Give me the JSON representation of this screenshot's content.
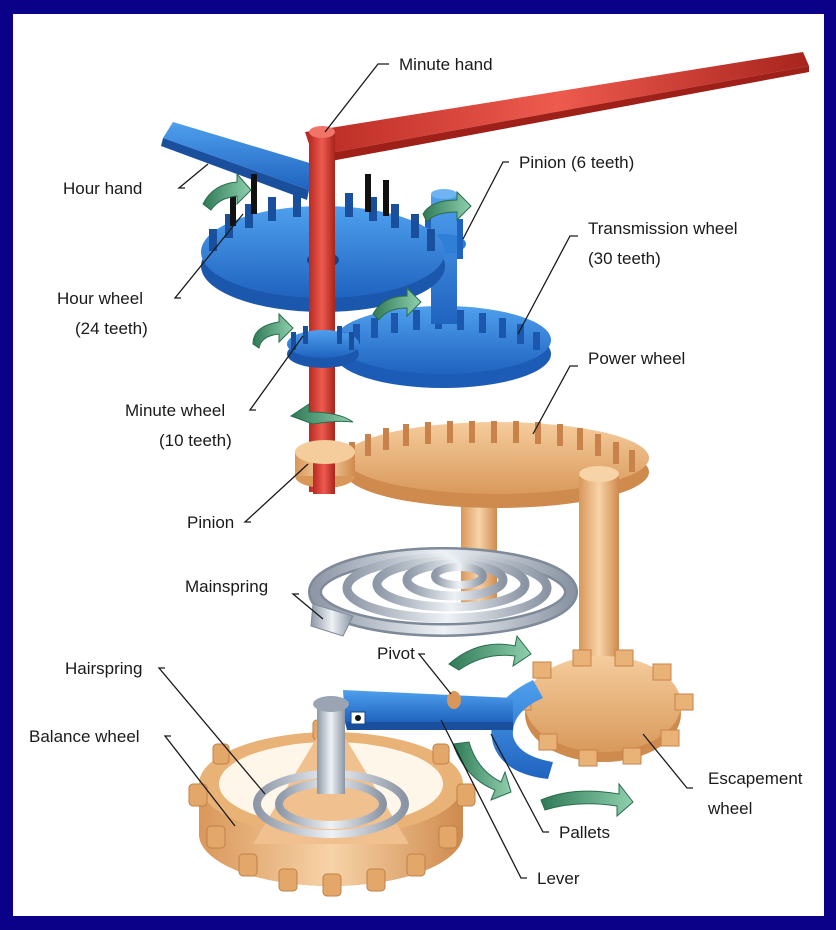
{
  "labels": {
    "minute_hand": "Minute hand",
    "pinion_6": "Pinion (6 teeth)",
    "hour_hand": "Hour hand",
    "transmission_wheel_1": "Transmission wheel",
    "transmission_wheel_2": "(30 teeth)",
    "hour_wheel_1": "Hour wheel",
    "hour_wheel_2": "(24 teeth)",
    "power_wheel": "Power wheel",
    "minute_wheel_1": "Minute wheel",
    "minute_wheel_2": "(10 teeth)",
    "pinion": "Pinion",
    "mainspring": "Mainspring",
    "pivot": "Pivot",
    "hairspring": "Hairspring",
    "balance_wheel": "Balance wheel",
    "escapement_wheel_1": "Escapement",
    "escapement_wheel_2": "wheel",
    "pallets": "Pallets",
    "lever": "Lever"
  },
  "colors": {
    "background": "#0b0088",
    "panel": "#ffffff",
    "blue_parts": "#2f7fd6",
    "red_parts": "#d8382e",
    "copper_parts": "#e9b276",
    "steel_parts": "#b9c2cf",
    "motion_arrows": "#3f8f6a"
  }
}
